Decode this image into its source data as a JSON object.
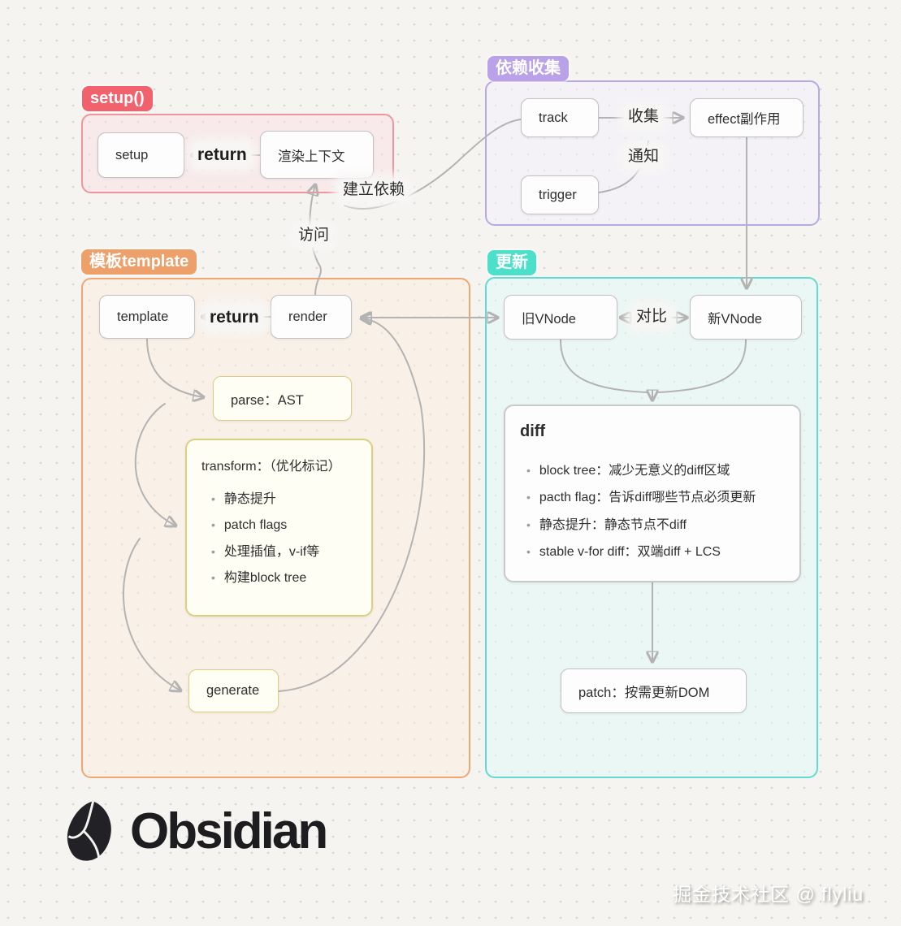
{
  "diagram": {
    "setup_region": {
      "label": "setup()",
      "accent": "#f2626d",
      "nodes": {
        "setup": "setup",
        "render_context": "渲染上下文"
      },
      "edges": {
        "return_label": "return"
      }
    },
    "deps_region": {
      "label": "依赖收集",
      "accent": "#b9a2e8",
      "nodes": {
        "track": "track",
        "trigger": "trigger",
        "effect": "effect副作用"
      },
      "edges": {
        "collect_label": "收集",
        "notify_label": "通知"
      }
    },
    "template_region": {
      "label": "模板template",
      "accent": "#eda06a",
      "nodes": {
        "template": "template",
        "render": "render",
        "parse": "parse：AST",
        "generate": "generate"
      },
      "edges": {
        "return_label": "return"
      },
      "transform_card": {
        "title": "transform：（优化标记）",
        "bullets": [
          "静态提升",
          "patch flags",
          "处理插值，v-if等",
          "构建block tree"
        ]
      }
    },
    "update_region": {
      "label": "更新",
      "accent": "#4cdfc9",
      "nodes": {
        "old_vnode": "旧VNode",
        "new_vnode": "新VNode",
        "patch": "patch：按需更新DOM"
      },
      "edges": {
        "compare_label": "对比"
      },
      "diff_card": {
        "title": "diff",
        "bullets": [
          "block tree：减少无意义的diff区域",
          "pacth flag：告诉diff哪些节点必须更新",
          "静态提升：静态节点不diff",
          "stable v-for diff：双端diff + LCS"
        ]
      }
    },
    "floating_labels": {
      "access": "访问",
      "establish_dep": "建立依赖"
    }
  },
  "footer": {
    "logo_text": "Obsidian",
    "watermark": "掘金技术社区 @ flyliu"
  }
}
